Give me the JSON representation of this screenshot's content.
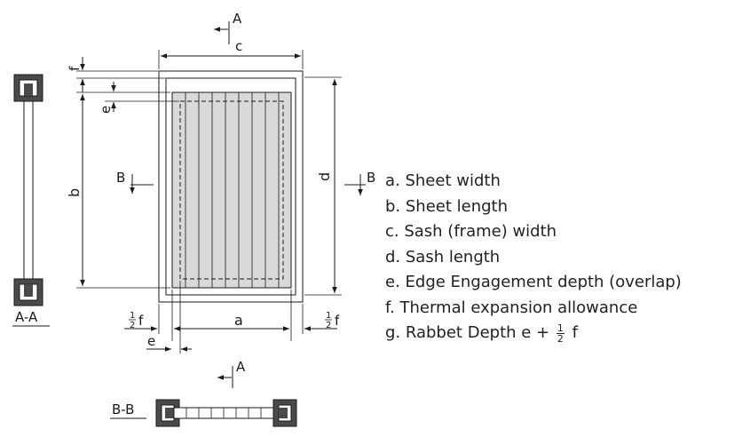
{
  "section_labels": {
    "aa_arrow": "A",
    "aa_arrow_bottom": "A",
    "aa_title": "A-A",
    "bb_arrow_left": "B",
    "bb_arrow_right": "B",
    "bb_title": "B-B"
  },
  "dimension_labels": {
    "a": "a",
    "b": "b",
    "c": "c",
    "d": "d",
    "e_top": "e",
    "e_bottom": "e",
    "f_top": "f",
    "half_f_num": "1",
    "half_f_den": "2",
    "half_f_var": "f"
  },
  "legend": {
    "items": [
      {
        "text": "a. Sheet width"
      },
      {
        "text": "b. Sheet length"
      },
      {
        "text": "c. Sash (frame) width"
      },
      {
        "text": "d. Sash length"
      },
      {
        "text": "e. Edge Engagement depth (overlap)"
      },
      {
        "text": "f. Thermal expansion allowance"
      }
    ],
    "last": {
      "prefix": "g. Rabbet Depth e +",
      "num": "1",
      "den": "2",
      "suffix": "f"
    }
  },
  "colors": {
    "line": "#1a1a1a",
    "sheet_fill": "#d9d9d9",
    "profile_fill": "#4a4a4a"
  }
}
